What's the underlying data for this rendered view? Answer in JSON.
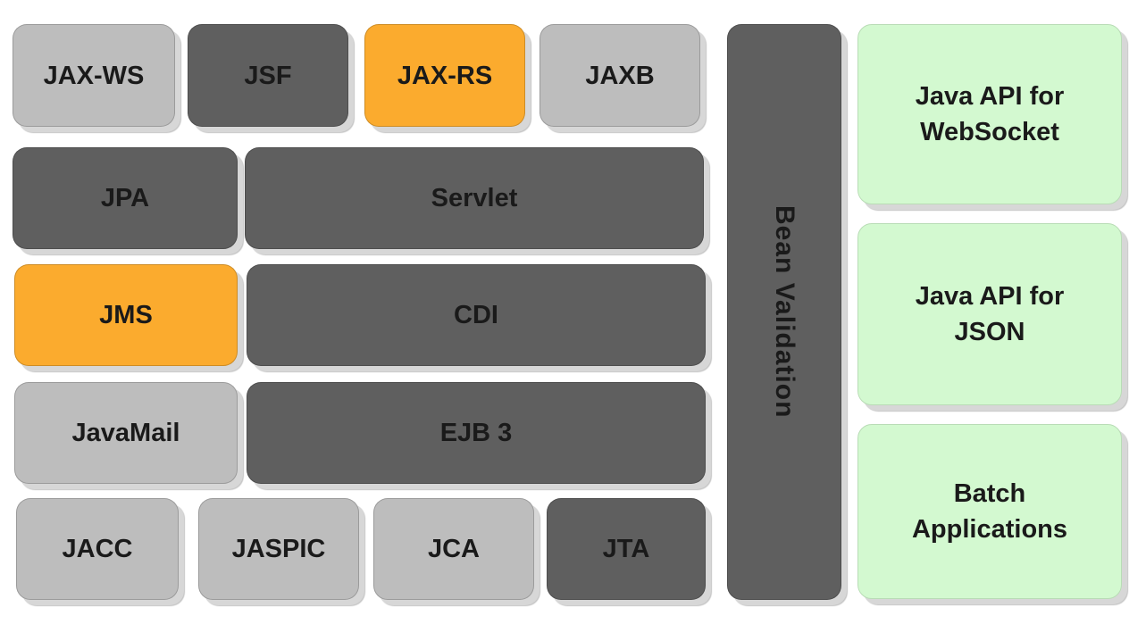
{
  "diagram": {
    "row1": [
      "JAX-WS",
      "JSF",
      "JAX-RS",
      "JAXB"
    ],
    "row2": [
      "JPA",
      "Servlet"
    ],
    "row3": [
      "JMS",
      "CDI"
    ],
    "row4": [
      "JavaMail",
      "EJB 3"
    ],
    "row5": [
      "JACC",
      "JASPIC",
      "JCA",
      "JTA"
    ],
    "vertical": "Bean Validation",
    "right": [
      "Java API for\nWebSocket",
      "Java API for\nJSON",
      "Batch\nApplications"
    ]
  },
  "colors": {
    "light_gray": "#bdbdbd",
    "dark_gray": "#5f5f5f",
    "orange": "#fbab2e",
    "light_green": "#d3f9d0"
  }
}
